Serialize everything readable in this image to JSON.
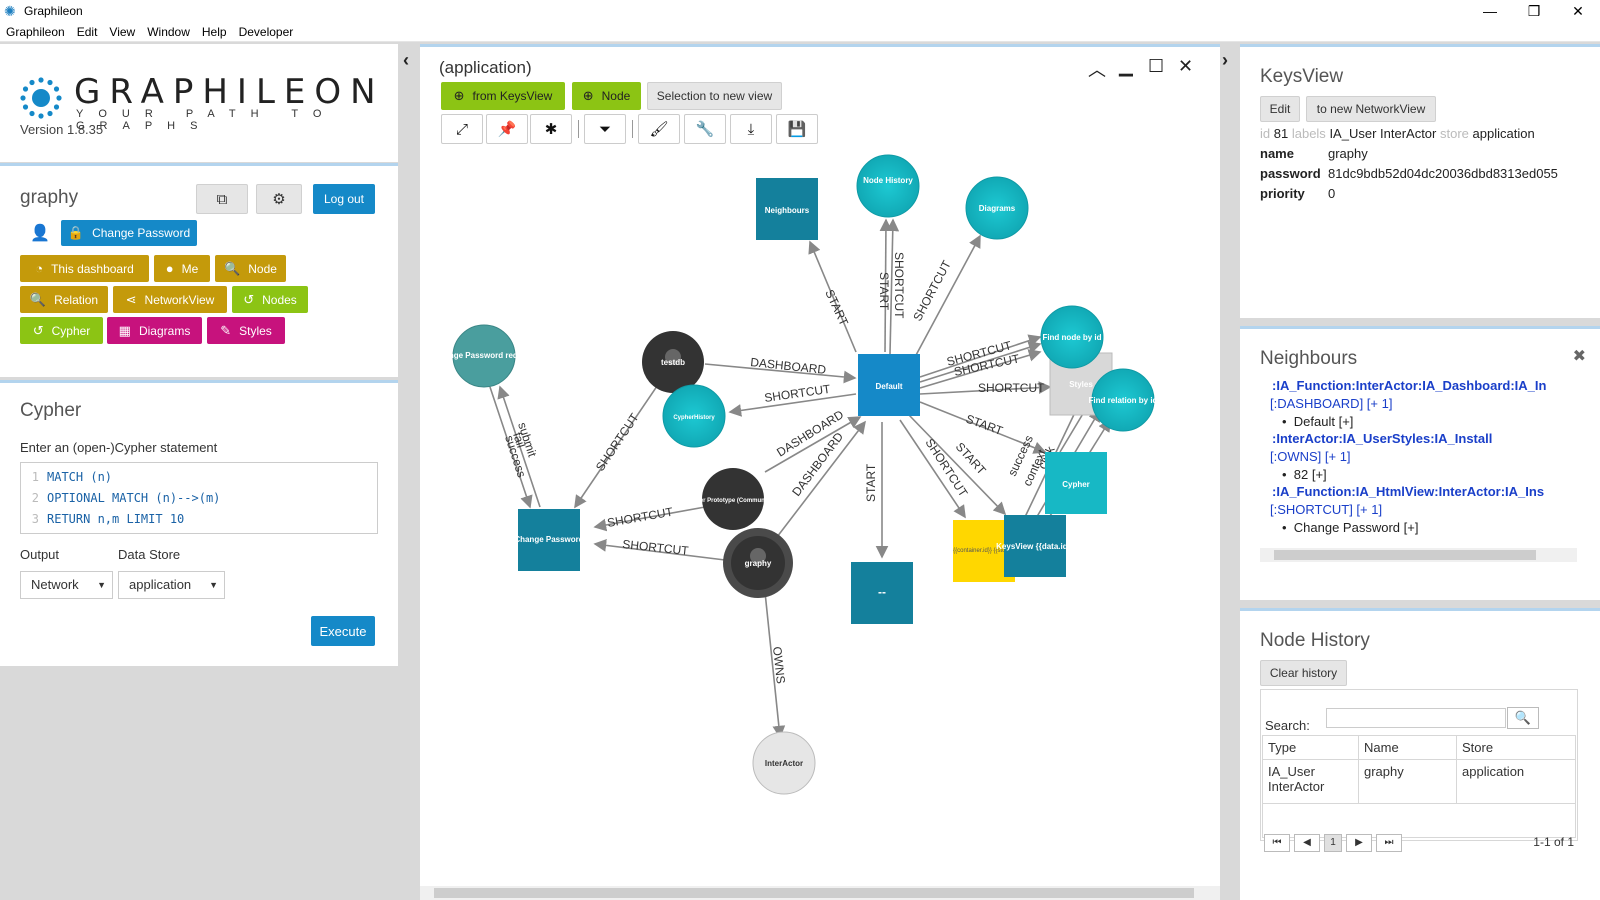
{
  "window": {
    "title": "Graphileon",
    "controls": [
      "—",
      "❒",
      "✕"
    ]
  },
  "menu": [
    "Graphileon",
    "Edit",
    "View",
    "Window",
    "Help",
    "Developer"
  ],
  "logo": {
    "name": "GRAPHILEON",
    "tagline": "YOUR PATH TO GRAPHS",
    "version": "Version 1.8.35"
  },
  "user": {
    "name": "graphy",
    "logout": "Log out",
    "change_password": "Change Password",
    "shortcuts": [
      {
        "label": "This dashboard",
        "icon": "dashboard-icon",
        "color": "gold"
      },
      {
        "label": "Me",
        "icon": "user-icon",
        "color": "gold"
      },
      {
        "label": "Node",
        "icon": "search-icon",
        "color": "gold"
      },
      {
        "label": "Relation",
        "icon": "search-icon",
        "color": "gold"
      },
      {
        "label": "NetworkView",
        "icon": "share-icon",
        "color": "gold"
      },
      {
        "label": "Nodes",
        "icon": "history-icon",
        "color": "green"
      },
      {
        "label": "Cypher",
        "icon": "history-icon",
        "color": "green"
      },
      {
        "label": "Diagrams",
        "icon": "grid-icon",
        "color": "pink"
      },
      {
        "label": "Styles",
        "icon": "brush-icon",
        "color": "pink"
      }
    ]
  },
  "cypher": {
    "title": "Cypher",
    "hint": "Enter an (open-)Cypher statement",
    "lines": [
      {
        "n": "1",
        "code": "MATCH (n)"
      },
      {
        "n": "2",
        "code": "OPTIONAL MATCH (n)-->(m)"
      },
      {
        "n": "3",
        "code": "RETURN n,m LIMIT 10"
      }
    ],
    "output_label": "Output",
    "output_value": "Network",
    "store_label": "Data Store",
    "store_value": "application",
    "execute": "Execute"
  },
  "graph": {
    "title": "(application)",
    "from_keysview": "from KeysView",
    "node_btn": "Node",
    "selection_btn": "Selection to new view",
    "nodes": {
      "neighbours": "Neighbours",
      "node_history": "Node History",
      "diagrams": "Diagrams",
      "change_password_request": "Change Password request",
      "testdb": "testdb",
      "cypherhistory": "CypherHistory",
      "default": "Default",
      "find_node": "Find node by id",
      "styles": "Styles",
      "find_relation": "Find relation by id",
      "user_prototype": "User Prototype (Community)",
      "change_password": "Change Password",
      "graphy": "graphy",
      "cypher": "Cypher",
      "container": "{{container.id}} {{store}}",
      "keysview": "KeysView {{data.id}}",
      "blank_view": "--",
      "interactor": "InterActor"
    },
    "edges": {
      "start": "START",
      "shortcut": "SHORTCUT",
      "dashboard": "DASHBOARD",
      "owns": "OWNS",
      "submit": "submit",
      "fail": "fail",
      "success": "success",
      "context": "context",
      "click": "click"
    }
  },
  "keysview": {
    "title": "KeysView",
    "edit": "Edit",
    "to_network": "to new NetworkView",
    "meta_id_key": "id",
    "meta_id": "81",
    "meta_labels_key": "labels",
    "meta_labels": "IA_User InterActor",
    "meta_store_key": "store",
    "meta_store": "application",
    "rows": [
      {
        "key": "name",
        "value": "graphy"
      },
      {
        "key": "password",
        "value": "81dc9bdb52d04dc20036dbd8313ed055"
      },
      {
        "key": "priority",
        "value": "0"
      }
    ]
  },
  "neighbours": {
    "title": "Neighbours",
    "items": [
      {
        "labels": ":IA_Function:InterActor:IA_Dashboard:IA_In",
        "rel": "[:DASHBOARD] [+ 1]",
        "bullet": "Default [+]"
      },
      {
        "labels": ":InterActor:IA_UserStyles:IA_Install",
        "rel": "[:OWNS] [+ 1]",
        "bullet": "82 [+]"
      },
      {
        "labels": ":IA_Function:IA_HtmlView:InterActor:IA_Ins",
        "rel": "[:SHORTCUT] [+ 1]",
        "bullet": "Change Password [+]"
      }
    ]
  },
  "node_history": {
    "title": "Node History",
    "clear": "Clear history",
    "search_label": "Search:",
    "columns": [
      "Type",
      "Name",
      "Store"
    ],
    "rows": [
      {
        "type": "IA_User InterActor",
        "name": "graphy",
        "store": "application"
      }
    ],
    "page": "1",
    "count": "1-1 of 1"
  },
  "colors": {
    "blue": "#1589c8",
    "gold": "#c49a0b",
    "green": "#8cc414",
    "pink": "#c7127d",
    "teal": "#17b8c5"
  }
}
